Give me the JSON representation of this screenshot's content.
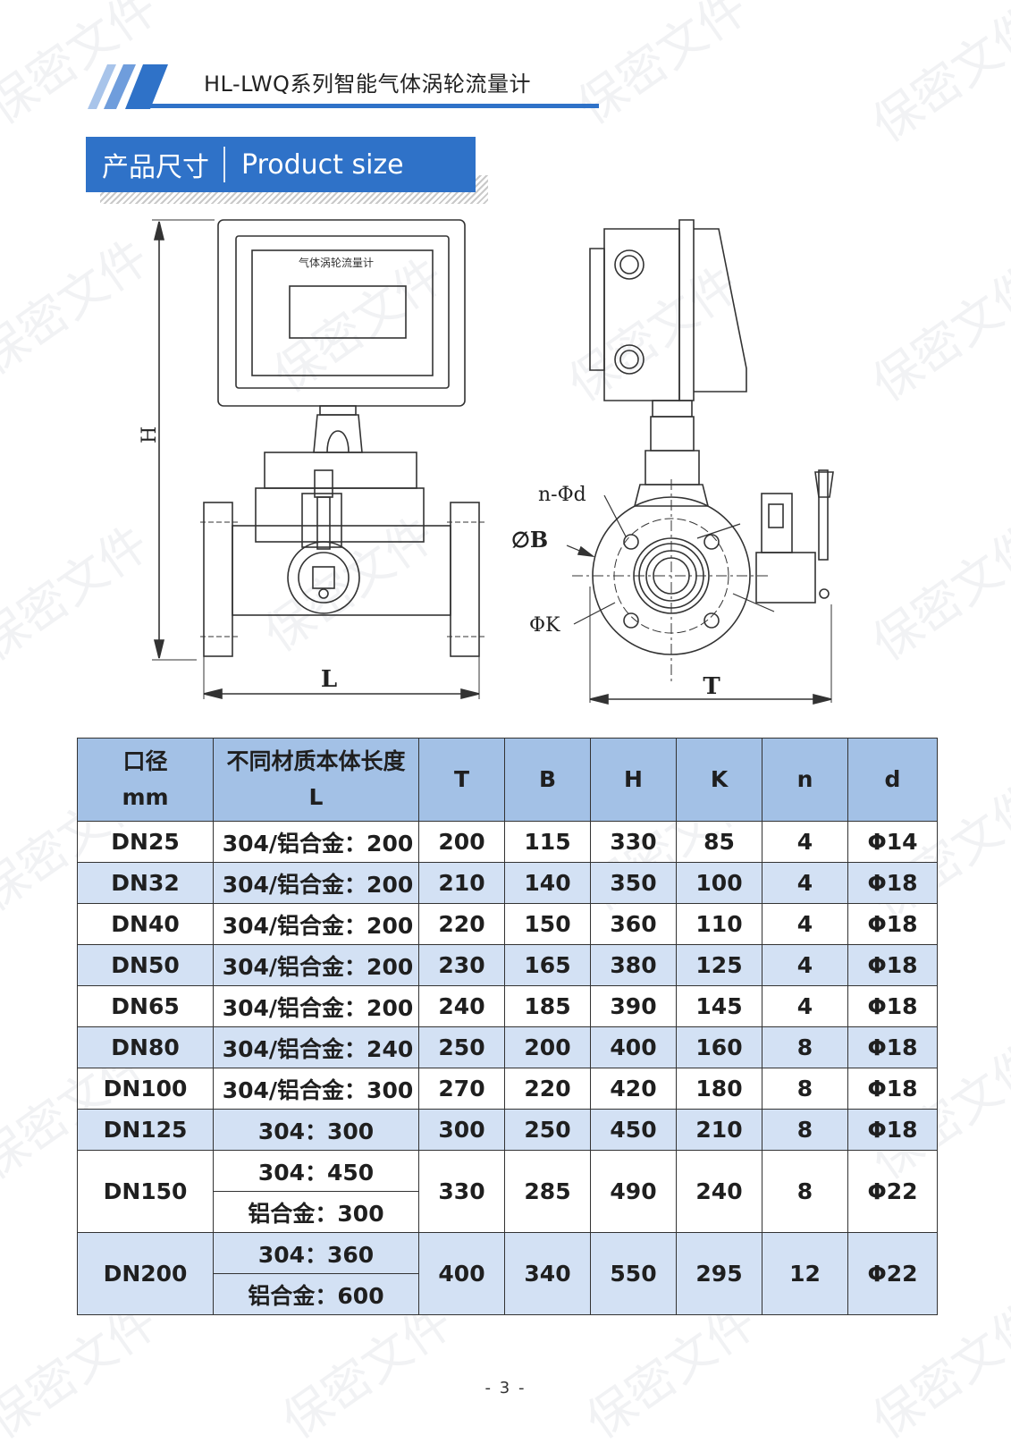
{
  "header": {
    "title": "HL-LWQ系列智能气体涡轮流量计",
    "accent_color": "#2f72c8"
  },
  "section": {
    "title_cn": "产品尺寸",
    "title_en": "Product size"
  },
  "drawing": {
    "device_label": "气体涡轮流量计",
    "dim_H": "H",
    "dim_L": "L",
    "dim_T": "T",
    "label_nd": "n-Φd",
    "label_B": "∅B",
    "label_K": "ΦK"
  },
  "table": {
    "headers": {
      "caliber_line1": "口径",
      "caliber_line2": "mm",
      "length_line1": "不同材质本体长度",
      "length_line2": "L",
      "T": "T",
      "B": "B",
      "H": "H",
      "K": "K",
      "n": "n",
      "d": "d"
    },
    "rows": [
      {
        "dn": "DN25",
        "L": "304/铝合金：200",
        "T": "200",
        "B": "115",
        "H": "330",
        "K": "85",
        "n": "4",
        "d": "Φ14"
      },
      {
        "dn": "DN32",
        "L": "304/铝合金：200",
        "T": "210",
        "B": "140",
        "H": "350",
        "K": "100",
        "n": "4",
        "d": "Φ18"
      },
      {
        "dn": "DN40",
        "L": "304/铝合金：200",
        "T": "220",
        "B": "150",
        "H": "360",
        "K": "110",
        "n": "4",
        "d": "Φ18"
      },
      {
        "dn": "DN50",
        "L": "304/铝合金：200",
        "T": "230",
        "B": "165",
        "H": "380",
        "K": "125",
        "n": "4",
        "d": "Φ18"
      },
      {
        "dn": "DN65",
        "L": "304/铝合金：200",
        "T": "240",
        "B": "185",
        "H": "390",
        "K": "145",
        "n": "4",
        "d": "Φ18"
      },
      {
        "dn": "DN80",
        "L": "304/铝合金：240",
        "T": "250",
        "B": "200",
        "H": "400",
        "K": "160",
        "n": "8",
        "d": "Φ18"
      },
      {
        "dn": "DN100",
        "L": "304/铝合金：300",
        "T": "270",
        "B": "220",
        "H": "420",
        "K": "180",
        "n": "8",
        "d": "Φ18"
      },
      {
        "dn": "DN125",
        "L": "304：300",
        "T": "300",
        "B": "250",
        "H": "450",
        "K": "210",
        "n": "8",
        "d": "Φ18"
      }
    ],
    "row_dn150": {
      "dn": "DN150",
      "L1": "304：450",
      "L2": "铝合金：300",
      "T": "330",
      "B": "285",
      "H": "490",
      "K": "240",
      "n": "8",
      "d": "Φ22"
    },
    "row_dn200": {
      "dn": "DN200",
      "L1": "304：360",
      "L2": "铝合金：600",
      "T": "400",
      "B": "340",
      "H": "550",
      "K": "295",
      "n": "12",
      "d": "Φ22"
    },
    "header_color": "#a3c1e6",
    "alt_row_color": "#d3e1f4"
  },
  "watermark": "保密文件",
  "page_number": "- 3 -"
}
